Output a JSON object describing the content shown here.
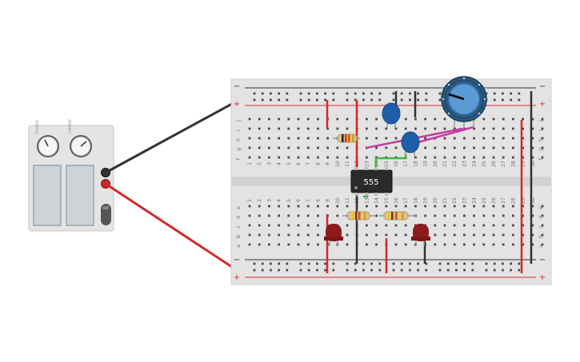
{
  "colors": {
    "background": "#ffffff",
    "board": "#e3e3e3",
    "board_edge": "#cfcfcf",
    "hole": "#4a4a4a",
    "rail_red": "#d32f2f",
    "rail_dark": "#333333",
    "wire_red": "#d42a2a",
    "wire_black": "#333333",
    "wire_green": "#3fb540",
    "wire_magenta": "#c63aa0",
    "capacitor_blue": "#1f5fa8",
    "led_red": "#8e1b1b",
    "ic_body": "#2a2a2a",
    "pot_body": "#2b5a80",
    "pot_knob": "#5b9bd5",
    "supply_body": "#e4e4e4",
    "supply_display": "#ccd4da"
  },
  "power_supply": {
    "knob_labels": [
      "VOLTAGE",
      "CURRENT"
    ],
    "off_label": "OFF",
    "icons": [
      "voltage-knob-icon",
      "current-knob-icon",
      "terminal-icon",
      "power-switch-icon"
    ]
  },
  "breadboard": {
    "top_rail": {
      "minus": "−",
      "plus": "+"
    },
    "bottom_rail": {
      "minus": "−",
      "plus": "+"
    },
    "row_letters_top": [
      "j",
      "i",
      "h",
      "g",
      "f"
    ],
    "row_letters_bottom": [
      "e",
      "d",
      "c",
      "b",
      "a"
    ],
    "column_numbers": [
      "1",
      "2",
      "3",
      "4",
      "5",
      "6",
      "7",
      "8",
      "9",
      "10",
      "11",
      "12",
      "13",
      "14",
      "15",
      "16",
      "17",
      "18",
      "19",
      "20",
      "21",
      "22",
      "23",
      "24",
      "25",
      "26",
      "27",
      "28",
      "29",
      "30"
    ]
  },
  "components": {
    "ic_label": "555"
  }
}
